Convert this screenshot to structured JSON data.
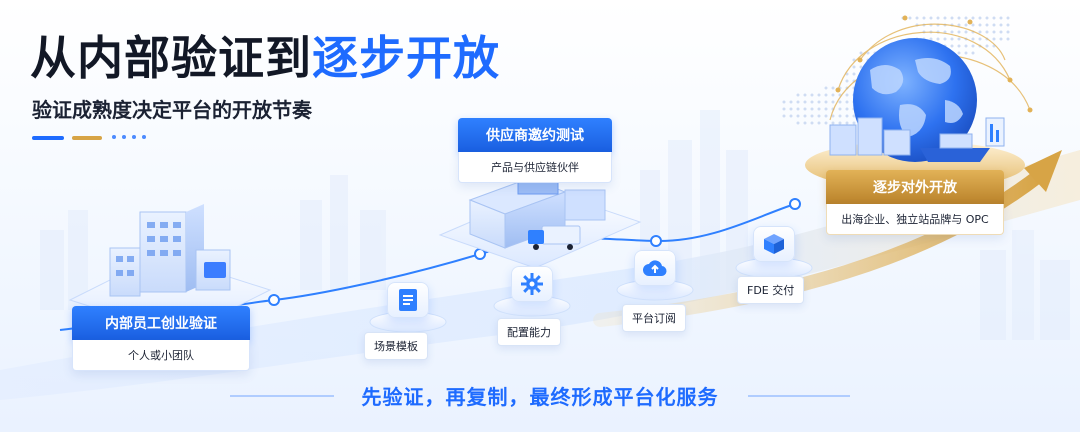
{
  "header": {
    "title_dark": "从内部验证到",
    "title_blue": "逐步开放",
    "subtitle": "验证成熟度决定平台的开放节奏"
  },
  "stages": [
    {
      "title": "内部员工创业验证",
      "subtitle": "个人或小团队"
    },
    {
      "title": "供应商邀约测试",
      "subtitle": "产品与供应链伙伴"
    },
    {
      "title": "逐步对外开放",
      "subtitle": "出海企业、独立站品牌与 OPC"
    }
  ],
  "steps": [
    {
      "label": "场景模板",
      "icon": "document-icon"
    },
    {
      "label": "配置能力",
      "icon": "gear-icon"
    },
    {
      "label": "平台订阅",
      "icon": "cloud-upload-icon"
    },
    {
      "label": "FDE 交付",
      "icon": "package-icon"
    }
  ],
  "footer": {
    "slogan": "先验证，再复制，最终形成平台化服务"
  },
  "colors": {
    "primary": "#1E6BFF",
    "gold": "#D7A446",
    "title": "#121826"
  }
}
